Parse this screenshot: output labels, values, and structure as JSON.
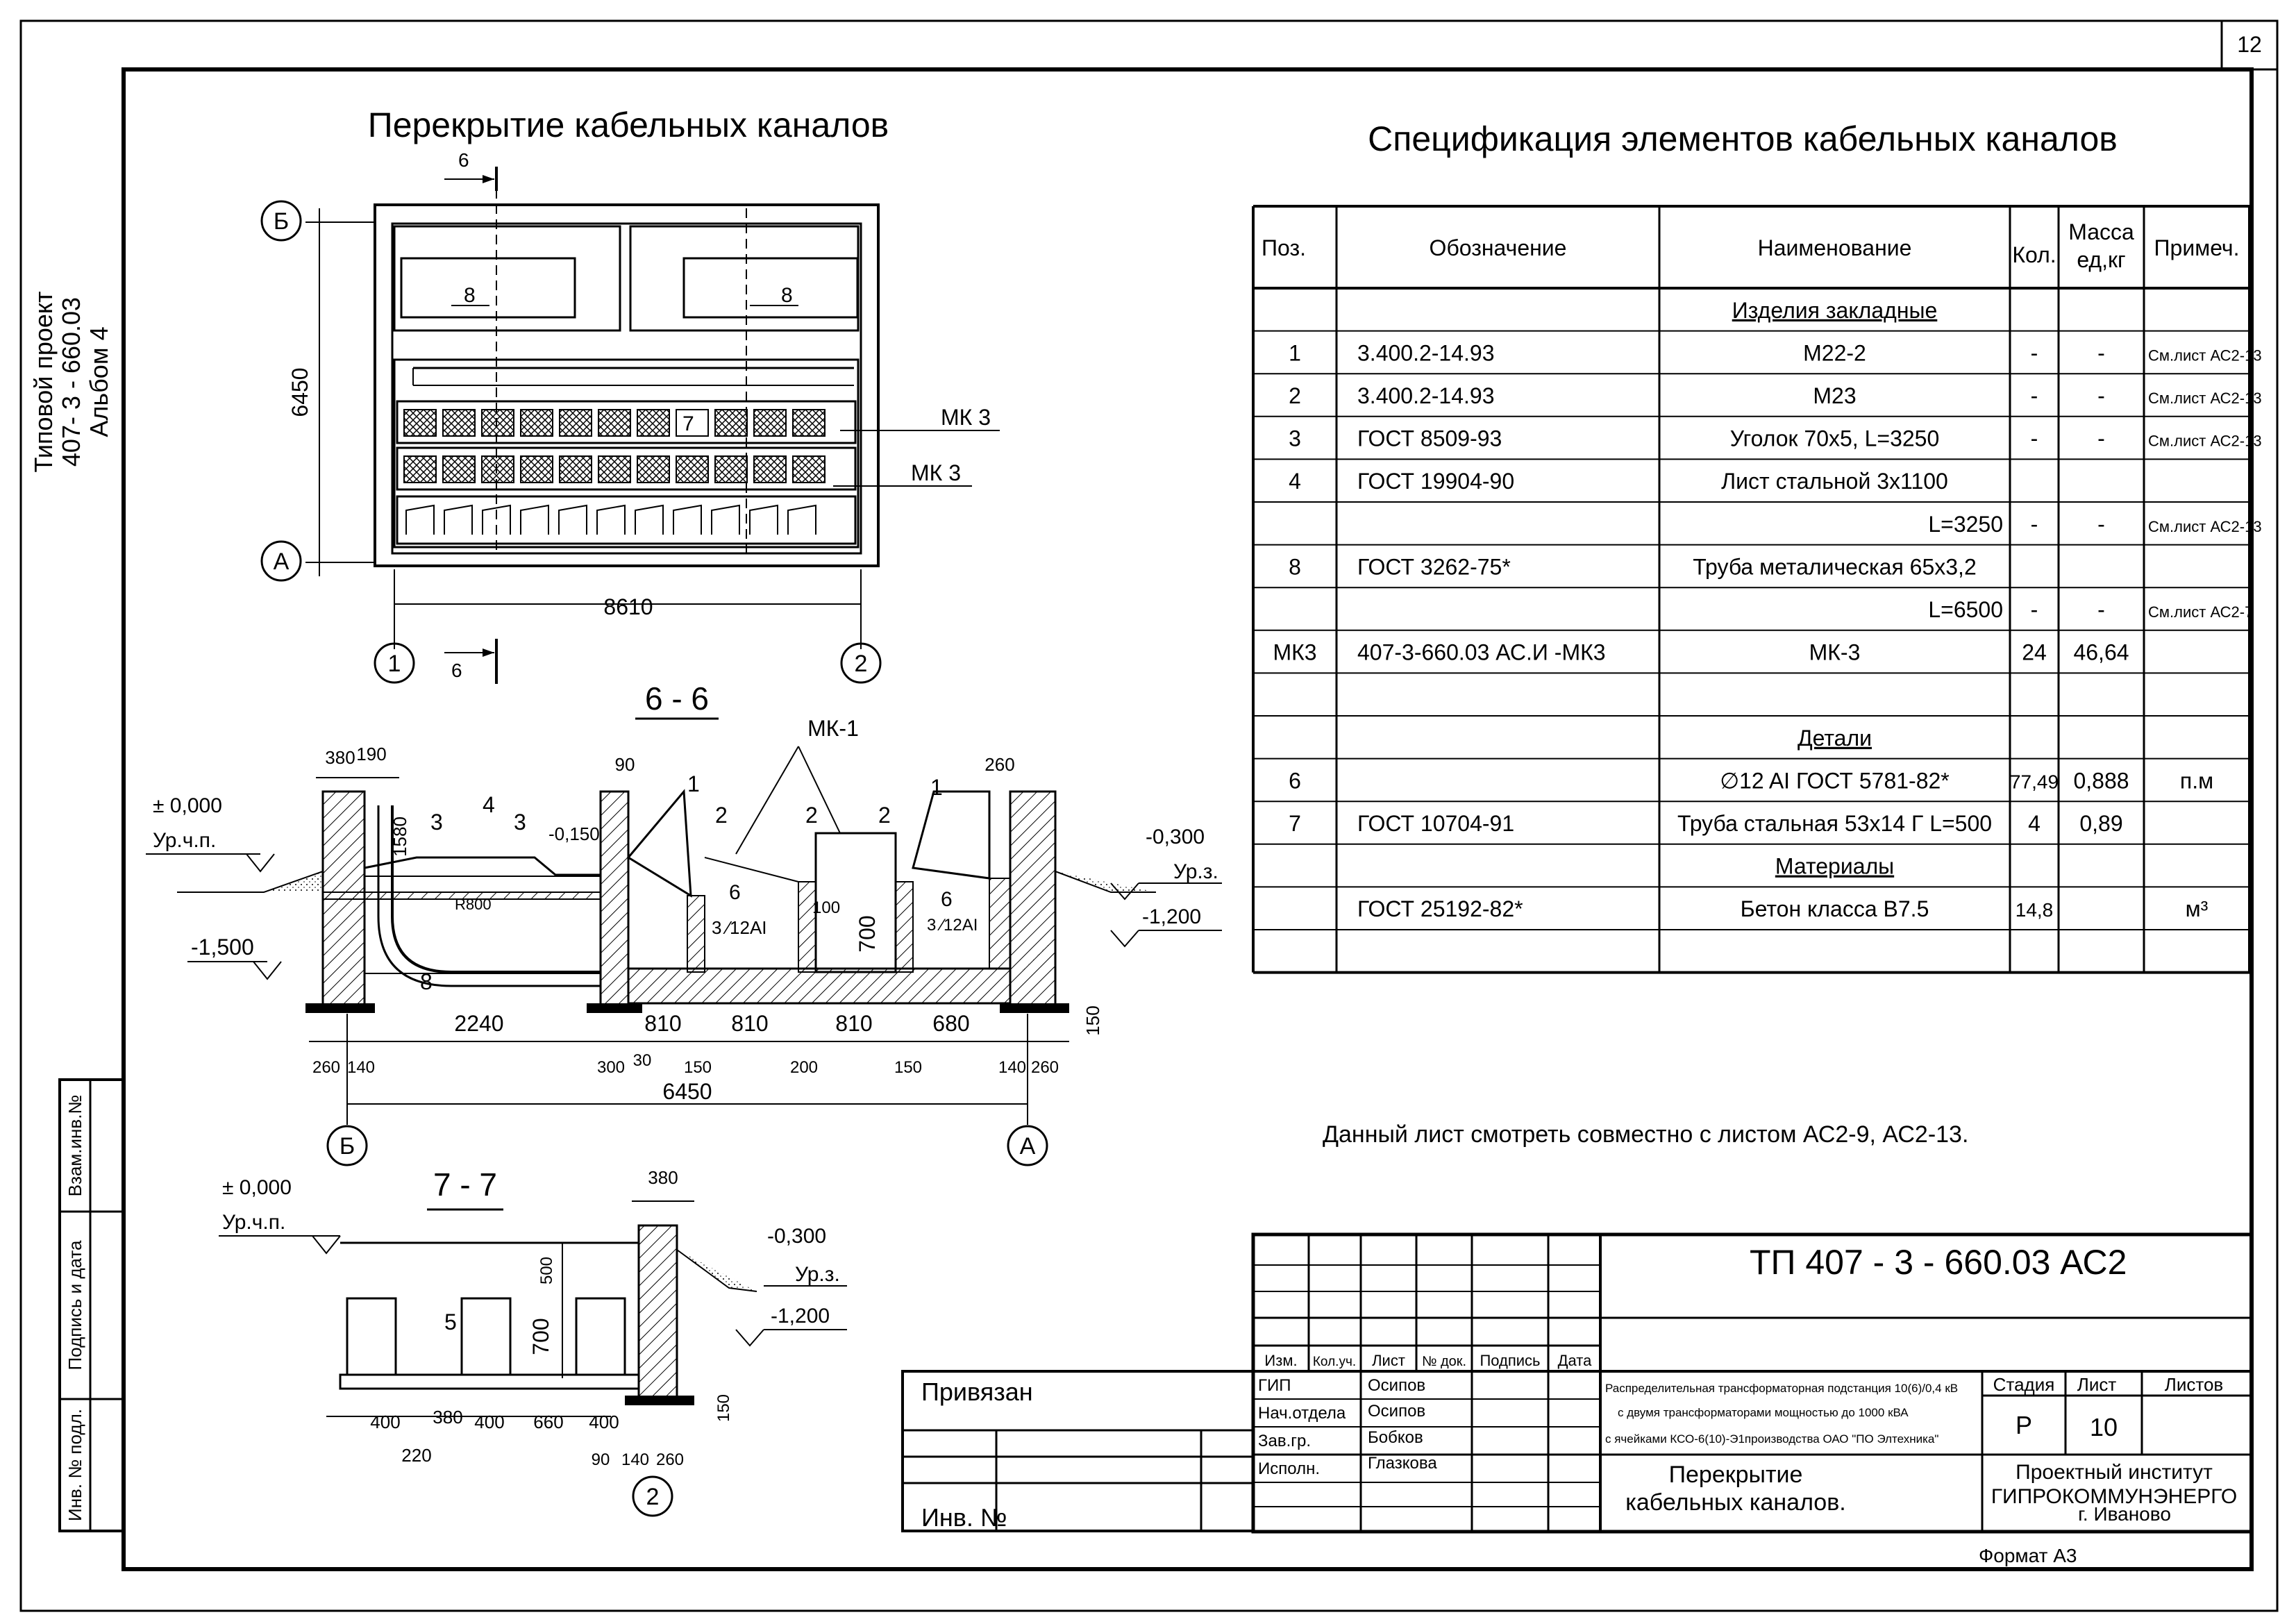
{
  "sheet": {
    "number": "12",
    "side_stamp": [
      "Типовой проект",
      "407- 3 - 660.03",
      "Альбом 4"
    ],
    "left_strip": [
      "Взам.инв.№",
      "Подпись и дата",
      "Инв. № подл."
    ]
  },
  "plan": {
    "title": "Перекрытие кабельных каналов",
    "axis_b": "Б",
    "axis_a": "А",
    "axis_1": "1",
    "axis_2": "2",
    "dim_height": "6450",
    "dim_width": "8610",
    "section_mark": "6",
    "pipe_label": "8",
    "mk_label_1": "МК 3",
    "mk_label_2": "МК 3",
    "seven_label": "7"
  },
  "section66": {
    "title": "6 - 6",
    "mk_label": "МК-1",
    "level_zero": "± 0,000",
    "level_floor": "Ур.ч.п.",
    "level_m1500": "-1,500",
    "level_m0150": "-0,150",
    "level_m0300": "-0,300",
    "level_ground": "Ур.з.",
    "level_m1200": "-1,200",
    "top_dims": [
      "380",
      "190",
      "90",
      "260"
    ],
    "dim_1580": "1580",
    "r800": "R800",
    "dim_700": "700",
    "dim_100": "100",
    "dim_150": "150",
    "pos_labels": [
      "1",
      "1",
      "2",
      "2",
      "2",
      "3",
      "3",
      "4",
      "6",
      "6",
      "8"
    ],
    "rebar_label": "3 ⁄12AI",
    "bottom_dims": [
      "2240",
      "810",
      "810",
      "810",
      "680"
    ],
    "bottom_small": [
      "260",
      "140",
      "300",
      "30",
      "150",
      "200",
      "150",
      "140",
      "260"
    ],
    "total": "6450",
    "axis_b": "Б",
    "axis_a": "А"
  },
  "section77": {
    "title": "7 - 7",
    "level_zero": "± 0,000",
    "level_floor": "Ур.ч.п.",
    "level_m0300": "-0,300",
    "level_ground": "Ур.з.",
    "level_m1200": "-1,200",
    "dim_380": "380",
    "dim_500": "500",
    "dim_700": "700",
    "dim_150": "150",
    "pos5": "5",
    "bottom_dims": [
      "400",
      "380",
      "400",
      "660",
      "400"
    ],
    "dim_220": "220",
    "dims_right": [
      "90",
      "140",
      "260"
    ],
    "axis_2": "2"
  },
  "spec": {
    "title": "Спецификация элементов кабельных каналов",
    "headers": [
      "Поз.",
      "Обозначение",
      "Наименование",
      "Кол.",
      "Масса ед,кг",
      "Примеч."
    ],
    "rows": [
      [
        "",
        "",
        "Изделия закладные",
        "",
        "",
        ""
      ],
      [
        "1",
        "3.400.2-14.93",
        "М22-2",
        "-",
        "-",
        "См.лист АС2-13"
      ],
      [
        "2",
        "3.400.2-14.93",
        "М23",
        "-",
        "-",
        "См.лист АС2-13"
      ],
      [
        "3",
        "ГОСТ 8509-93",
        "Уголок 70х5, L=3250",
        "-",
        "-",
        "См.лист АС2-13"
      ],
      [
        "4",
        "ГОСТ 19904-90",
        "Лист стальной 3х1100",
        "",
        "",
        ""
      ],
      [
        "",
        "",
        "L=3250",
        "-",
        "-",
        "См.лист АС2-13"
      ],
      [
        "8",
        "ГОСТ 3262-75*",
        "Труба металическая 65х3,2",
        "",
        "",
        ""
      ],
      [
        "",
        "",
        "L=6500",
        "-",
        "-",
        "См.лист АС2-7"
      ],
      [
        "МК3",
        "407-3-660.03 АС.И -МК3",
        "МК-3",
        "24",
        "46,64",
        ""
      ],
      [
        "",
        "",
        "",
        "",
        "",
        ""
      ],
      [
        "",
        "",
        "Детали",
        "",
        "",
        ""
      ],
      [
        "6",
        "",
        "∅12 AI ГОСТ 5781-82*",
        "77,49",
        "0,888",
        "п.м"
      ],
      [
        "7",
        "ГОСТ 10704-91",
        "Труба стальная 53х14 Г L=500",
        "4",
        "0,89",
        ""
      ],
      [
        "",
        "",
        "Материалы",
        "",
        "",
        ""
      ],
      [
        "",
        "ГОСТ 25192-82*",
        "Бетон класса В7.5",
        "14,8",
        "",
        "м³"
      ],
      [
        "",
        "",
        "",
        "",
        "",
        ""
      ]
    ]
  },
  "note": "Данный лист смотреть совместно с листом АС2-9, АС2-13.",
  "title_block": {
    "code": "ТП 407 - 3 - 660.03 АС2",
    "col_heads": [
      "Изм.",
      "Кол.уч.",
      "Лист",
      "№ док.",
      "Подпись",
      "Дата"
    ],
    "roles": [
      "ГИП",
      "Нач.отдела",
      "Зав.гр.",
      "Исполн."
    ],
    "names": [
      "Осипов",
      "Осипов",
      "Бобков",
      "Глазкова"
    ],
    "project_lines": [
      "Распределительная трансформаторная подстанция 10(6)/0,4 кВ",
      "с двумя трансформаторами мощностью до 1000 кВА",
      "с ячейками КСО-6(10)-Э1производства ОАО \"ПО Элтехника\""
    ],
    "stage_head": "Стадия",
    "sheet_head": "Лист",
    "sheets_head": "Листов",
    "stage": "Р",
    "sheet_no": "10",
    "drawing_title": [
      "Перекрытие",
      "кабельных каналов."
    ],
    "org": [
      "Проектный институт",
      "ГИПРОКОММУНЭНЕРГО",
      "г. Иваново"
    ],
    "format": "Формат А3"
  },
  "binding": {
    "label": "Привязан",
    "inv": "Инв. №"
  }
}
